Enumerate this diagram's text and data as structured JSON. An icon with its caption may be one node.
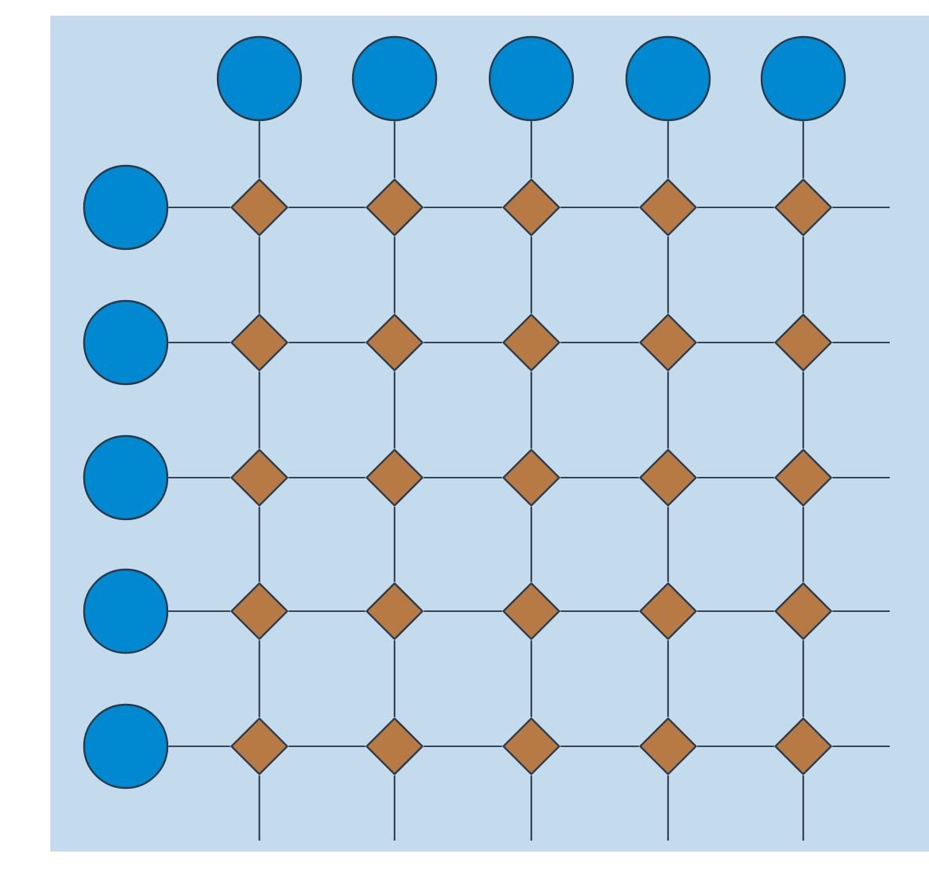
{
  "diagram": {
    "nodes": [
      {
        "text": [],
        "shape": "circle"
      },
      {
        "text": [],
        "shape": "circle"
      },
      {
        "text": [],
        "shape": "circle"
      },
      {
        "text": [],
        "shape": "circle"
      },
      {
        "text": [],
        "shape": "circle"
      },
      {
        "text": [],
        "shape": "circle"
      },
      {
        "text": [],
        "shape": "diamond"
      },
      {
        "text": [],
        "shape": "diamond"
      },
      {
        "text": [],
        "shape": "diamond"
      },
      {
        "text": [],
        "shape": "diamond"
      },
      {
        "text": [],
        "shape": "diamond"
      },
      {
        "text": [],
        "shape": "circle"
      },
      {
        "text": [],
        "shape": "diamond"
      },
      {
        "text": [],
        "shape": "diamond"
      },
      {
        "text": [],
        "shape": "diamond"
      },
      {
        "text": [],
        "shape": "diamond"
      },
      {
        "text": [],
        "shape": "diamond"
      },
      {
        "text": [],
        "shape": "circle"
      },
      {
        "text": [],
        "shape": "diamond"
      },
      {
        "text": [],
        "shape": "diamond"
      },
      {
        "text": [],
        "shape": "diamond"
      },
      {
        "text": [],
        "shape": "diamond"
      },
      {
        "text": [],
        "shape": "diamond"
      },
      {
        "text": [],
        "shape": "circle"
      },
      {
        "text": [],
        "shape": "diamond"
      },
      {
        "text": [],
        "shape": "diamond"
      },
      {
        "text": [],
        "shape": "diamond"
      },
      {
        "text": [],
        "shape": "diamond"
      },
      {
        "text": [],
        "shape": "diamond"
      },
      {
        "text": [],
        "shape": "circle"
      },
      {
        "text": [],
        "shape": "diamond"
      },
      {
        "text": [],
        "shape": "diamond"
      },
      {
        "text": [],
        "shape": "diamond"
      },
      {
        "text": [],
        "shape": "diamond"
      },
      {
        "text": [],
        "shape": "diamond"
      }
    ],
    "edges": [
      {
        "from": 5,
        "to": 6,
        "arrow": "none"
      },
      {
        "from": 6,
        "to": 7,
        "arrow": "none"
      },
      {
        "from": 7,
        "to": 8,
        "arrow": "none"
      },
      {
        "from": 8,
        "to": 9,
        "arrow": "none"
      },
      {
        "from": 9,
        "to": 10,
        "arrow": "none"
      },
      {
        "from": 10,
        "to": null,
        "arrow": "none"
      },
      {
        "from": 11,
        "to": 12,
        "arrow": "none"
      },
      {
        "from": 12,
        "to": 13,
        "arrow": "none"
      },
      {
        "from": 13,
        "to": 14,
        "arrow": "none"
      },
      {
        "from": 14,
        "to": 15,
        "arrow": "none"
      },
      {
        "from": 15,
        "to": 16,
        "arrow": "none"
      },
      {
        "from": 16,
        "to": null,
        "arrow": "none"
      },
      {
        "from": 17,
        "to": 18,
        "arrow": "none"
      },
      {
        "from": 18,
        "to": 19,
        "arrow": "none"
      },
      {
        "from": 19,
        "to": 20,
        "arrow": "none"
      },
      {
        "from": 20,
        "to": 21,
        "arrow": "none"
      },
      {
        "from": 21,
        "to": 22,
        "arrow": "none"
      },
      {
        "from": 22,
        "to": null,
        "arrow": "none"
      },
      {
        "from": 23,
        "to": 24,
        "arrow": "none"
      },
      {
        "from": 24,
        "to": 25,
        "arrow": "none"
      },
      {
        "from": 25,
        "to": 26,
        "arrow": "none"
      },
      {
        "from": 26,
        "to": 27,
        "arrow": "none"
      },
      {
        "from": 27,
        "to": 28,
        "arrow": "none"
      },
      {
        "from": 28,
        "to": null,
        "arrow": "none"
      },
      {
        "from": 29,
        "to": 30,
        "arrow": "none"
      },
      {
        "from": 30,
        "to": 31,
        "arrow": "none"
      },
      {
        "from": 31,
        "to": 32,
        "arrow": "none"
      },
      {
        "from": 32,
        "to": 33,
        "arrow": "none"
      },
      {
        "from": 33,
        "to": 34,
        "arrow": "none"
      },
      {
        "from": 34,
        "to": null,
        "arrow": "none"
      },
      {
        "from": 0,
        "to": 6,
        "arrow": "none"
      },
      {
        "from": 6,
        "to": 12,
        "arrow": "none"
      },
      {
        "from": 12,
        "to": 18,
        "arrow": "none"
      },
      {
        "from": 18,
        "to": 24,
        "arrow": "none"
      },
      {
        "from": 24,
        "to": 30,
        "arrow": "none"
      },
      {
        "from": 30,
        "to": null,
        "arrow": "none"
      },
      {
        "from": 1,
        "to": 7,
        "arrow": "none"
      },
      {
        "from": 7,
        "to": 13,
        "arrow": "none"
      },
      {
        "from": 13,
        "to": 19,
        "arrow": "none"
      },
      {
        "from": 19,
        "to": 25,
        "arrow": "none"
      },
      {
        "from": 25,
        "to": 31,
        "arrow": "none"
      },
      {
        "from": 31,
        "to": null,
        "arrow": "none"
      },
      {
        "from": 2,
        "to": 8,
        "arrow": "none"
      },
      {
        "from": 8,
        "to": 14,
        "arrow": "none"
      },
      {
        "from": 14,
        "to": 20,
        "arrow": "none"
      },
      {
        "from": 20,
        "to": 26,
        "arrow": "none"
      },
      {
        "from": 26,
        "to": 32,
        "arrow": "none"
      },
      {
        "from": 32,
        "to": null,
        "arrow": "none"
      },
      {
        "from": 3,
        "to": 9,
        "arrow": "none"
      },
      {
        "from": 9,
        "to": 15,
        "arrow": "none"
      },
      {
        "from": 15,
        "to": 21,
        "arrow": "none"
      },
      {
        "from": 21,
        "to": 27,
        "arrow": "none"
      },
      {
        "from": 27,
        "to": 33,
        "arrow": "none"
      },
      {
        "from": 33,
        "to": null,
        "arrow": "none"
      },
      {
        "from": 4,
        "to": 10,
        "arrow": "none"
      },
      {
        "from": 10,
        "to": 16,
        "arrow": "none"
      },
      {
        "from": 16,
        "to": 22,
        "arrow": "none"
      },
      {
        "from": 22,
        "to": 28,
        "arrow": "none"
      },
      {
        "from": 28,
        "to": 34,
        "arrow": "none"
      },
      {
        "from": 34,
        "to": null,
        "arrow": "none"
      }
    ]
  }
}
